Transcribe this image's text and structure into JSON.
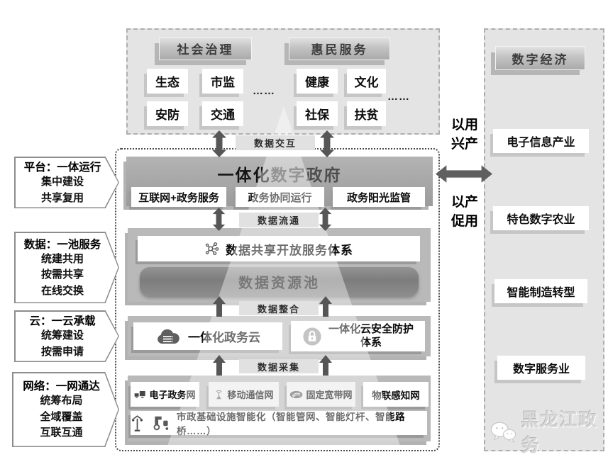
{
  "colors": {
    "panel_bg": "#e4e4e4",
    "section_bg": "#b9b9b9",
    "band_dark": "#8d8d8d",
    "arrow": "#565656",
    "text_dark": "#111111",
    "strip_bg": "#e1e1e1"
  },
  "left_callouts": [
    {
      "title": "平台：一体运行",
      "lines": [
        "集中建设",
        "共享复用"
      ]
    },
    {
      "title": "数据：一池服务",
      "lines": [
        "统建共用",
        "按需共享",
        "在线交换"
      ]
    },
    {
      "title": "云：一云承载",
      "lines": [
        "统筹建设",
        "按需申请"
      ]
    },
    {
      "title": "网络：一网通达",
      "lines": [
        "统筹布局",
        "全域覆盖",
        "互联互通"
      ]
    }
  ],
  "top_panel": {
    "groups": [
      {
        "title": "社会治理",
        "items": [
          "生态",
          "市监",
          "安防",
          "交通"
        ],
        "more": "……"
      },
      {
        "title": "惠民服务",
        "items": [
          "健康",
          "文化",
          "社保",
          "扶贫"
        ],
        "more": "……"
      }
    ]
  },
  "flow_labels": {
    "exchange": "数据交互",
    "circulate": "数据流通",
    "integrate": "数据整合",
    "collect": "数据采集"
  },
  "gov": {
    "title_a": "一体化",
    "title_b": "数字政府",
    "boxes": [
      "互联网+政务服务",
      "政务协同运行",
      "政务阳光监管"
    ]
  },
  "data_layer": {
    "share_bar": "数据共享开放服务体系",
    "pool": "数据资源池"
  },
  "cloud_layer": {
    "cloud": "一体化政务云",
    "security_lines": [
      "一体化云安全防护",
      "体系"
    ]
  },
  "network_layer": {
    "nets": [
      "电子政务网",
      "移动通信网",
      "固定宽带网",
      "物联感知网"
    ],
    "infra": "市政基础设施智能化（智能管网、智能灯杆、智能路桥……）"
  },
  "right_panel": {
    "title": "数字经济",
    "items": [
      "电子信息产业",
      "特色数字农业",
      "智能制造转型",
      "数字服务业"
    ]
  },
  "bridge": {
    "top_lines": [
      "以用",
      "兴产"
    ],
    "bottom_lines": [
      "以产",
      "促用"
    ]
  },
  "watermark": "黑龙江政务",
  "icons": {
    "share-network": "molecule-circles",
    "gov-cloud": "cloud-server",
    "security-lock": "lock-circle",
    "egov-net": "computers",
    "mobile-net": "antenna",
    "broadband-net": "cable-ellipse",
    "street-lamp": "lamp",
    "infra-pipes": "pipes",
    "wechat": "chat-bubbles"
  }
}
